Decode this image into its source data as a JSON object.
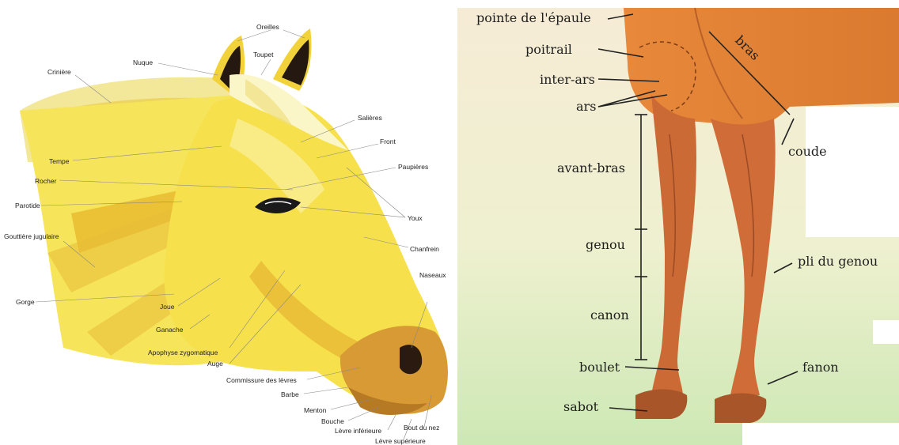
{
  "head_diagram": {
    "labels": {
      "oreilles": "Oreilles",
      "toupet": "Toupet",
      "nuque": "Nuque",
      "criniere": "Crinière",
      "salieres": "Salières",
      "front": "Front",
      "tempe": "Tempe",
      "paupieres": "Paupières",
      "rocher": "Rocher",
      "parotide": "Parotide",
      "youx": "Youx",
      "gouttiere": "Gouttière jugulaire",
      "chanfrein": "Chanfrein",
      "naseaux": "Naseaux",
      "gorge": "Gorge",
      "joue": "Joue",
      "ganache": "Ganache",
      "apophyse": "Apophyse zygomatique",
      "auge": "Auge",
      "commissure": "Commissure des lèvres",
      "barbe": "Barbe",
      "menton": "Menton",
      "bouche": "Bouche",
      "levre_inf": "Lèvre inférieure",
      "bout_nez": "Bout du nez",
      "levre_sup": "Lèvre supérieure"
    }
  },
  "leg_diagram": {
    "labels": {
      "pointe_epaule": "pointe de l'épaule",
      "poitrail": "poitrail",
      "inter_ars": "inter-ars",
      "ars": "ars",
      "bras": "bras",
      "coude": "coude",
      "avant_bras": "avant-bras",
      "genou": "genou",
      "pli_genou": "pli du genou",
      "canon": "canon",
      "boulet": "boulet",
      "fanon": "fanon",
      "sabot": "sabot"
    }
  }
}
